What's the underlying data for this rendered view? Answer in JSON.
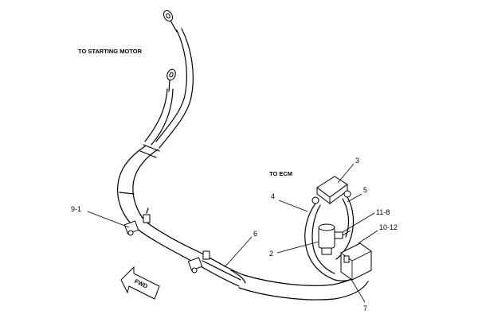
{
  "diagram": {
    "labels": {
      "to_starting_motor": "TO STARTING MOTOR",
      "to_ecm": "TO ECM",
      "fwd": "FWD"
    },
    "callouts": [
      "3",
      "4",
      "5",
      "11-8",
      "10-12",
      "9-1",
      "6",
      "2",
      "7"
    ]
  }
}
